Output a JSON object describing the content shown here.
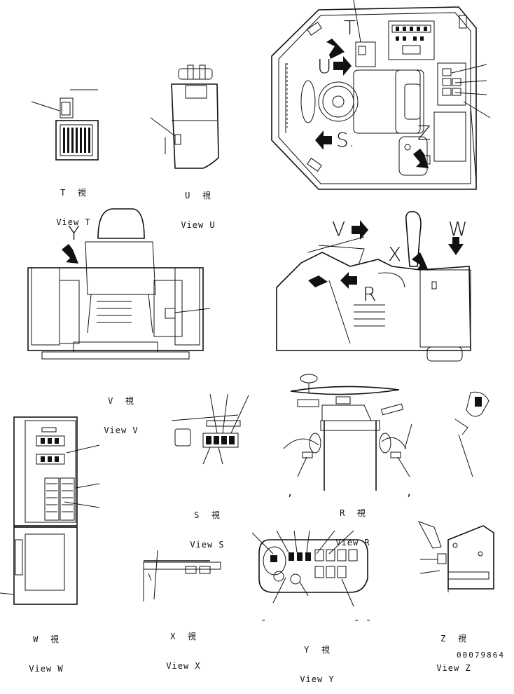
{
  "views": [
    {
      "key": "T",
      "jp": "T  視",
      "en": "View T"
    },
    {
      "key": "U",
      "jp": "U  視",
      "en": "View U"
    },
    {
      "key": "V",
      "jp": "V  視",
      "en": "View V"
    },
    {
      "key": "S",
      "jp": "S  視",
      "en": "View S"
    },
    {
      "key": "R",
      "jp": "R  視",
      "en": "View R"
    },
    {
      "key": "W",
      "jp": "W  視",
      "en": "View W"
    },
    {
      "key": "X",
      "jp": "X  視",
      "en": "View X"
    },
    {
      "key": "Y",
      "jp": "Y  視",
      "en": "View Y"
    },
    {
      "key": "Z",
      "jp": "Z  視",
      "en": "View Z"
    }
  ],
  "view_letters": {
    "T": "T",
    "U": "U",
    "S": "S.",
    "Z": "Z",
    "Y": "Y",
    "V": "V",
    "X": "X",
    "W": "W",
    "R": "R"
  },
  "marks": {
    "r_left": ",",
    "r_right": ",",
    "y_left": "-",
    "y_right": "- -"
  },
  "document_number": "00079864"
}
